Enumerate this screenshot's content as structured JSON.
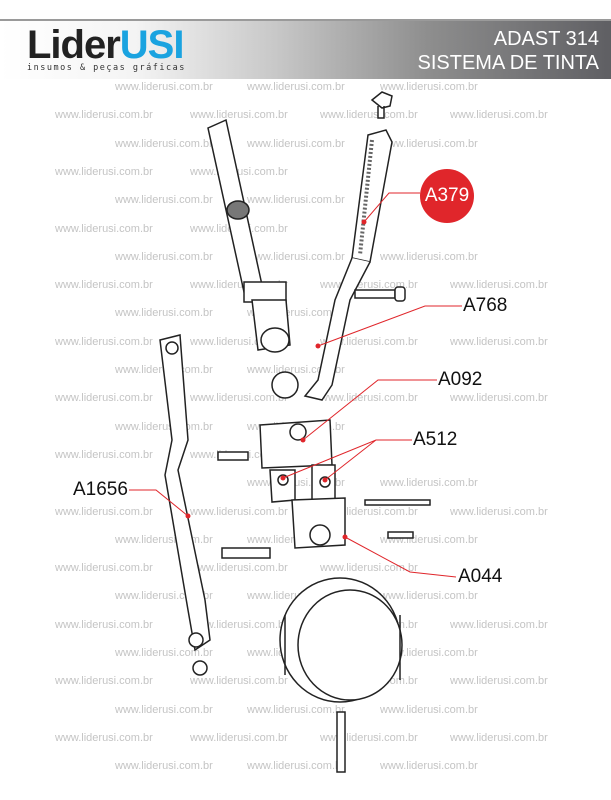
{
  "header": {
    "logo_main": "Lider",
    "logo_accent": "USI",
    "logo_tagline": "insumos & peças gráficas",
    "title_line1": "ADAST 314",
    "title_line2": "SISTEMA DE TINTA"
  },
  "watermark": "www.liderusi.com.br",
  "parts": [
    {
      "code": "A379",
      "highlighted": true
    },
    {
      "code": "A768"
    },
    {
      "code": "A092"
    },
    {
      "code": "A512"
    },
    {
      "code": "A1656"
    },
    {
      "code": "A044"
    }
  ],
  "colors": {
    "accent": "#1aa3e0",
    "highlight": "#e0262b",
    "leader": "#e0262b"
  }
}
